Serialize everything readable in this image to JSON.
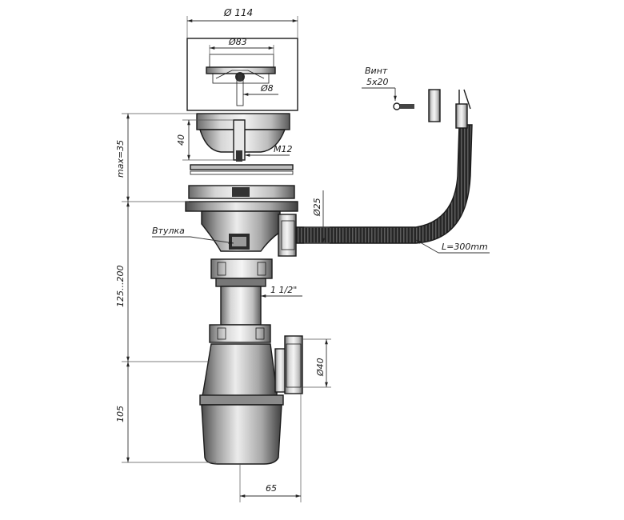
{
  "labels": {
    "d114": "Ø 114",
    "d83": "Ø83",
    "d8": "Ø8",
    "h40": "40",
    "m12": "M12",
    "max35": "max=35",
    "d25": "Ø25",
    "vtulka": "Втулка",
    "range125_200": "125...200",
    "inch": "1 1/2\"",
    "d40": "Ø40",
    "h105": "105",
    "w65": "65",
    "vint": "Винт",
    "vint_size": "5x20",
    "hose_len": "L=300mm"
  },
  "colors": {
    "line": "#1a1a1a",
    "dark": "#2b2b2b",
    "grey": "#8c8c8c",
    "light": "#d9d9d9"
  }
}
